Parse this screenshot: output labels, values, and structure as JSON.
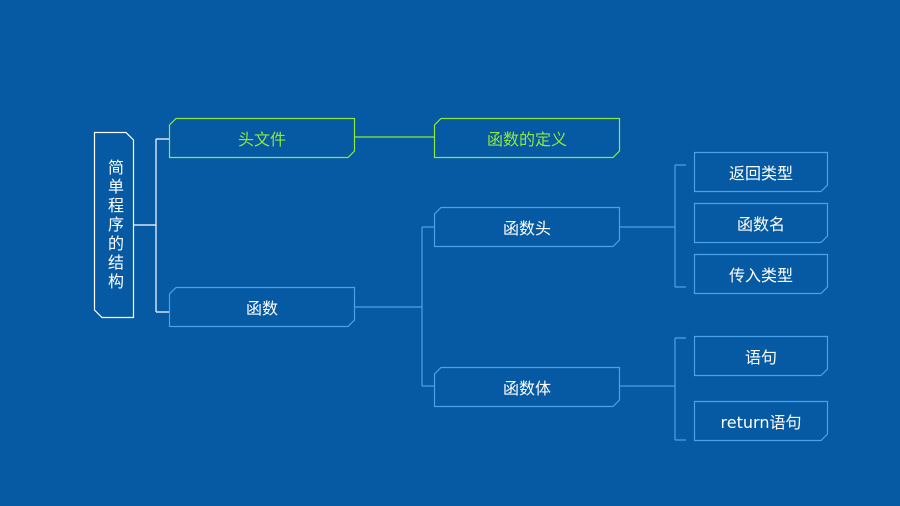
{
  "diagram": {
    "root": "简单程序的结构",
    "header_file": "头文件",
    "function_definition": "函数的定义",
    "function": "函数",
    "function_head": "函数头",
    "return_type": "返回类型",
    "function_name": "函数名",
    "param_type": "传入类型",
    "function_body": "函数体",
    "statement": "语句",
    "return_statement": "return语句"
  },
  "colors": {
    "background": "#0659a3",
    "node_border": "#4aa3e8",
    "root_border": "#ffffff",
    "accent_green": "#8dea3c",
    "connector": "#4aa3e8",
    "text": "#ffffff"
  }
}
